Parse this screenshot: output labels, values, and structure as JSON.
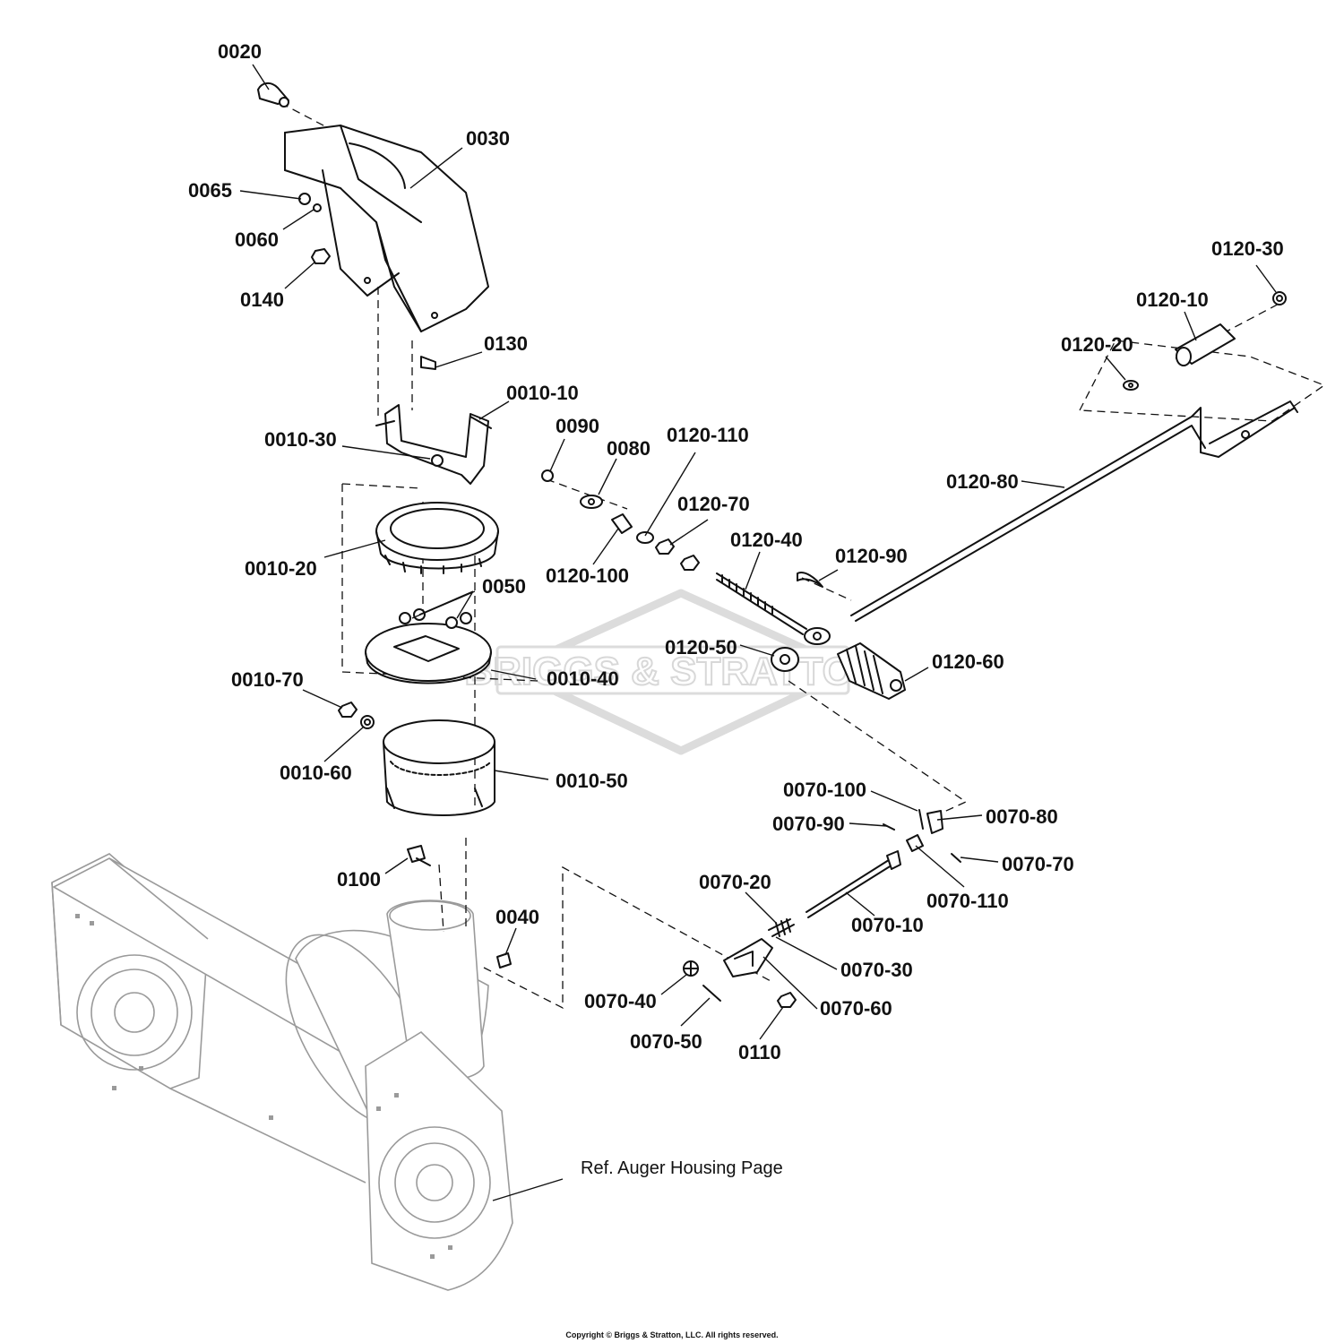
{
  "watermark": {
    "text": "BRIGGS & STRATTON"
  },
  "reference_note": "Ref. Auger Housing Page",
  "copyright": "Copyright © Briggs & Stratton, LLC. All rights reserved.",
  "callouts": [
    "0020",
    "0030",
    "0065",
    "0060",
    "0140",
    "0130",
    "0010-10",
    "0010-30",
    "0010-20",
    "0050",
    "0010-40",
    "0010-70",
    "0010-60",
    "0010-50",
    "0100",
    "0040",
    "0090",
    "0080",
    "0120-110",
    "0120-70",
    "0120-100",
    "0120-40",
    "0120-90",
    "0120-80",
    "0120-50",
    "0120-60",
    "0120-30",
    "0120-10",
    "0120-20",
    "0070-100",
    "0070-80",
    "0070-90",
    "0070-70",
    "0070-110",
    "0070-20",
    "0070-10",
    "0070-30",
    "0070-40",
    "0070-60",
    "0070-50",
    "0110"
  ]
}
